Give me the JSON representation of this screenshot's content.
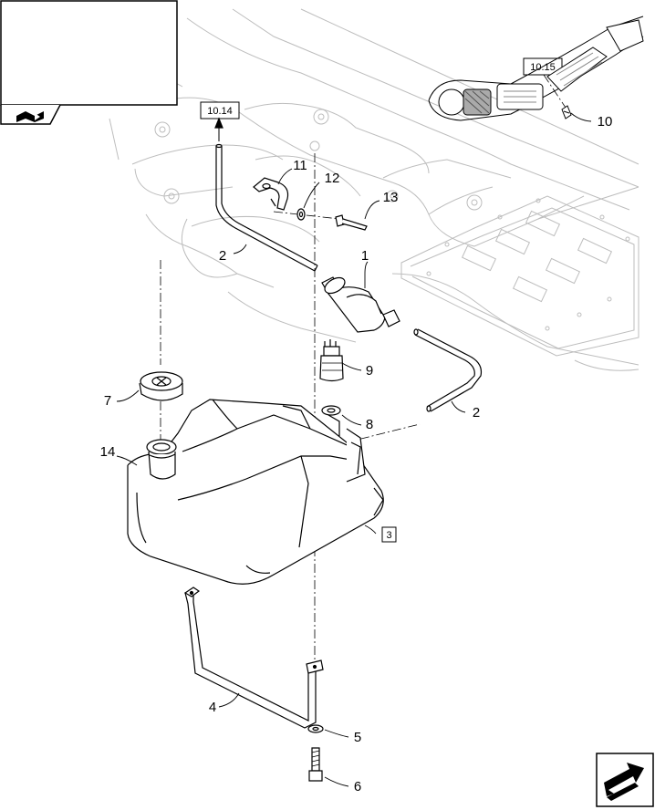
{
  "callouts": {
    "c1": "1",
    "c2a": "2",
    "c2b": "2",
    "c3": "3",
    "c4": "4",
    "c5": "5",
    "c6": "6",
    "c7": "7",
    "c8": "8",
    "c9": "9",
    "c10": "10",
    "c11": "11",
    "c12": "12",
    "c13": "13",
    "c14": "14"
  },
  "references": {
    "r1014": "10.14",
    "r1015": "10.15"
  },
  "icons": {
    "book": "book-icon",
    "next": "next-page-arrow-icon"
  }
}
